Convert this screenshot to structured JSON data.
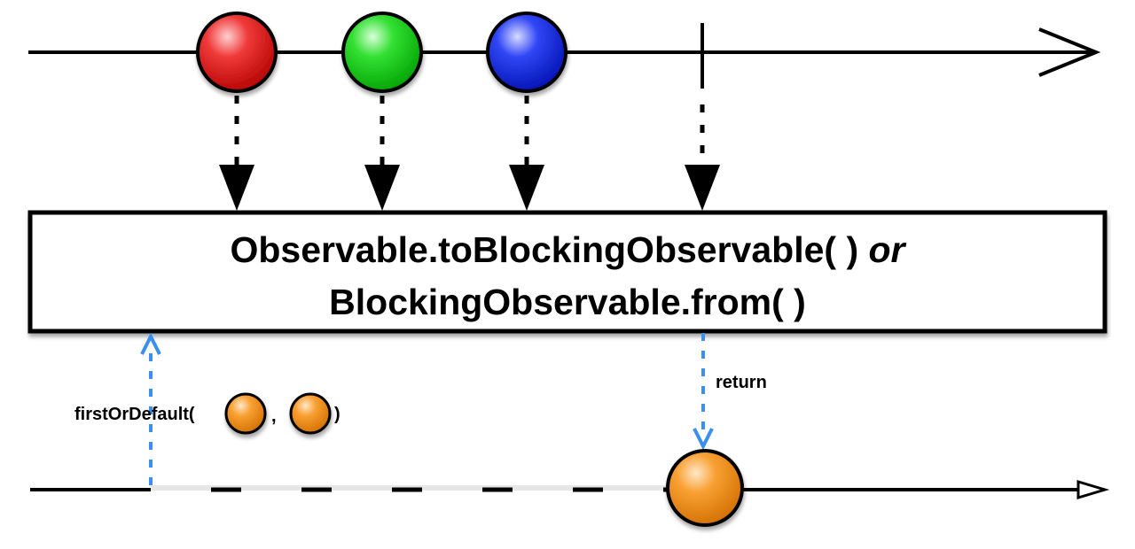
{
  "operator": {
    "line1_main": "Observable.toBlockingObservable( )",
    "line1_or": "or",
    "line2": "BlockingObservable.from( )"
  },
  "call": {
    "prefix": "firstOrDefault(",
    "separator": ",",
    "suffix": ")"
  },
  "return_label": "return",
  "colors": {
    "red_marble": "#e8161b",
    "green_marble": "#1ed81e",
    "blue_marble": "#1a2ff0",
    "orange_marble": "#f5921e",
    "dashed_arrow_blue": "#3a8ff0",
    "line": "#000000"
  },
  "icons": {
    "source_items": [
      "red-marble-icon",
      "green-marble-icon",
      "blue-marble-icon"
    ],
    "completion": "completion-tick-icon",
    "argument": "orange-marble-icon",
    "result": "orange-marble-icon"
  }
}
